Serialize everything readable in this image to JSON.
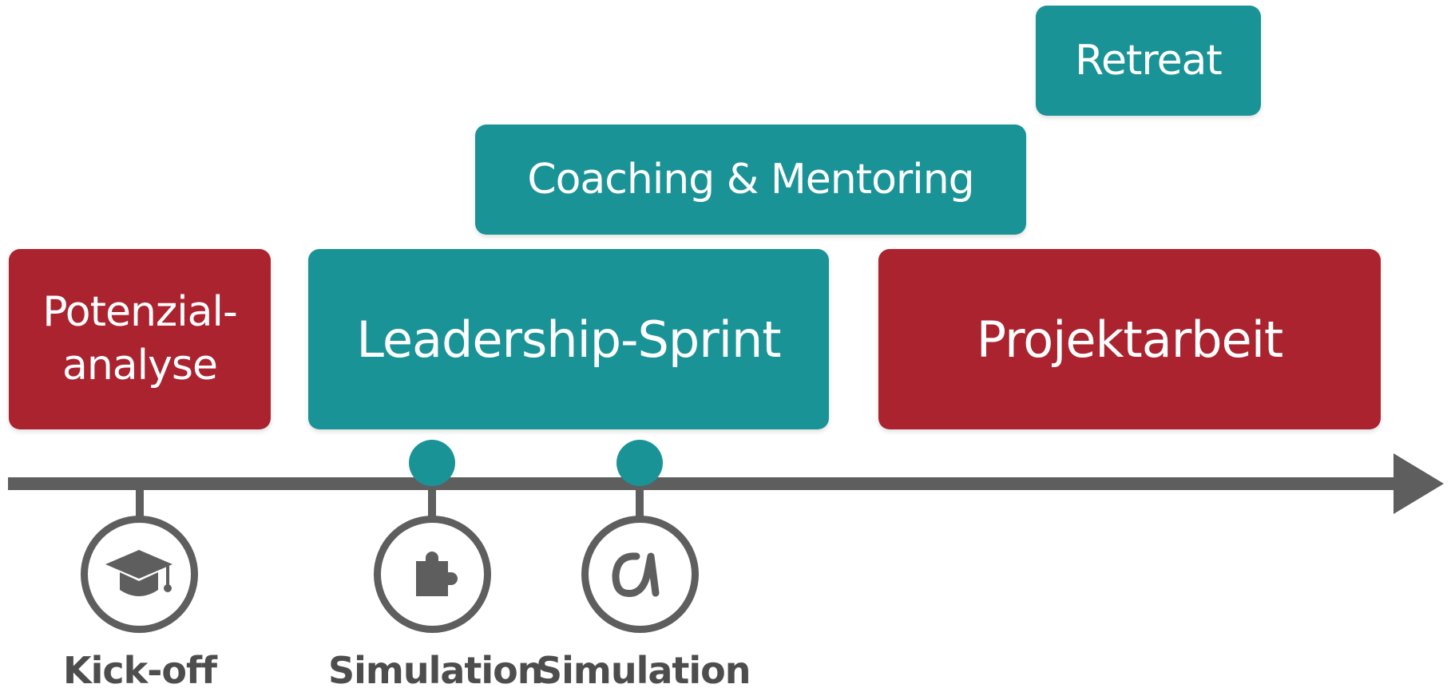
{
  "phases": {
    "retreat": "Retreat",
    "coaching": "Coaching & Mentoring",
    "potenzial_line1": "Potenzial-",
    "potenzial_line2": "analyse",
    "sprint": "Leadership-Sprint",
    "projekt": "Projektarbeit"
  },
  "milestones": [
    {
      "label": "Kick-off",
      "icon": "graduation-cap-icon"
    },
    {
      "label": "Simulation",
      "icon": "puzzle-piece-icon"
    },
    {
      "label": "Simulation",
      "icon": "signature-icon"
    }
  ],
  "colors": {
    "teal": "#1a9397",
    "red": "#aa232f",
    "axis": "#5e5e5e",
    "label": "#4d4d4d"
  }
}
